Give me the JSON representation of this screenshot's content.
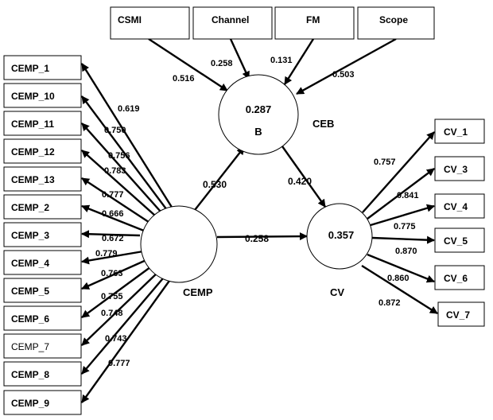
{
  "indicators": {
    "CSMI": "CSMI",
    "Channel": "Channel",
    "FM": "FM",
    "Scope": "Scope",
    "CEMP_1": "CEMP_1",
    "CEMP_10": "CEMP_10",
    "CEMP_11": "CEMP_11",
    "CEMP_12": "CEMP_12",
    "CEMP_13": "CEMP_13",
    "CEMP_2": "CEMP_2",
    "CEMP_3": "CEMP_3",
    "CEMP_4": "CEMP_4",
    "CEMP_5": "CEMP_5",
    "CEMP_6": "CEMP_6",
    "CEMP_7": "CEMP_7",
    "CEMP_8": "CEMP_8",
    "CEMP_9": "CEMP_9",
    "CV_1": "CV_1",
    "CV_3": "CV_3",
    "CV_4": "CV_4",
    "CV_5": "CV_5",
    "CV_6": "CV_6",
    "CV_7": "CV_7"
  },
  "latents": {
    "CEB": {
      "name": "CEB",
      "r2": "0.287",
      "sub": "B"
    },
    "CEMP": {
      "name": "CEMP"
    },
    "CV": {
      "name": "CV",
      "r2": "0.357"
    }
  },
  "weights": {
    "CSMI": "0.516",
    "Channel": "0.258",
    "FM": "0.131",
    "Scope": "0.503"
  },
  "loadings": {
    "CEMP_1": "0.619",
    "CEMP_10": "0.750",
    "CEMP_11": "0.756",
    "CEMP_12": "0.783",
    "CEMP_13": "0.777",
    "CEMP_2": "0.666",
    "CEMP_3": "0.672",
    "CEMP_4": "0.779",
    "CEMP_5": "0.763",
    "CEMP_6": "0.755",
    "CEMP_7": "0.748",
    "CEMP_8": "0.743",
    "CEMP_9": "0.777",
    "CV_1": "0.757",
    "CV_3": "0.841",
    "CV_4": "0.775",
    "CV_5": "0.870",
    "CV_6": "0.860",
    "CV_7": "0.872"
  },
  "paths": {
    "CEMP_CEB": "0.530",
    "CEB_CV": "0.420",
    "CEMP_CV": "0.258"
  }
}
